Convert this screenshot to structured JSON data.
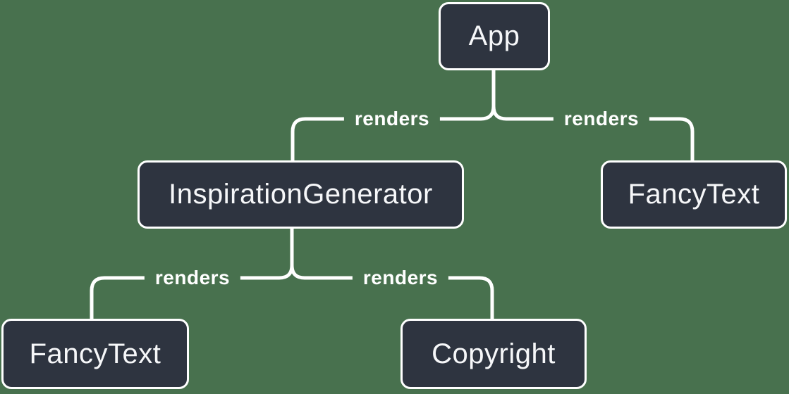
{
  "diagram": {
    "type": "render-tree",
    "background_color": "#48714e",
    "connector_color": "#ffffff",
    "node_style": {
      "fill": "#2e3440",
      "border_color": "#ffffff",
      "text_color": "#f6f7f9"
    },
    "nodes": [
      {
        "label": "App"
      },
      {
        "label": "InspirationGenerator"
      },
      {
        "label": "FancyText"
      },
      {
        "label": "FancyText"
      },
      {
        "label": "Copyright"
      }
    ],
    "edges": [
      {
        "from": "App",
        "to": "InspirationGenerator",
        "label": "renders"
      },
      {
        "from": "App",
        "to": "FancyText",
        "label": "renders"
      },
      {
        "from": "InspirationGenerator",
        "to": "FancyText",
        "label": "renders"
      },
      {
        "from": "InspirationGenerator",
        "to": "Copyright",
        "label": "renders"
      }
    ]
  }
}
